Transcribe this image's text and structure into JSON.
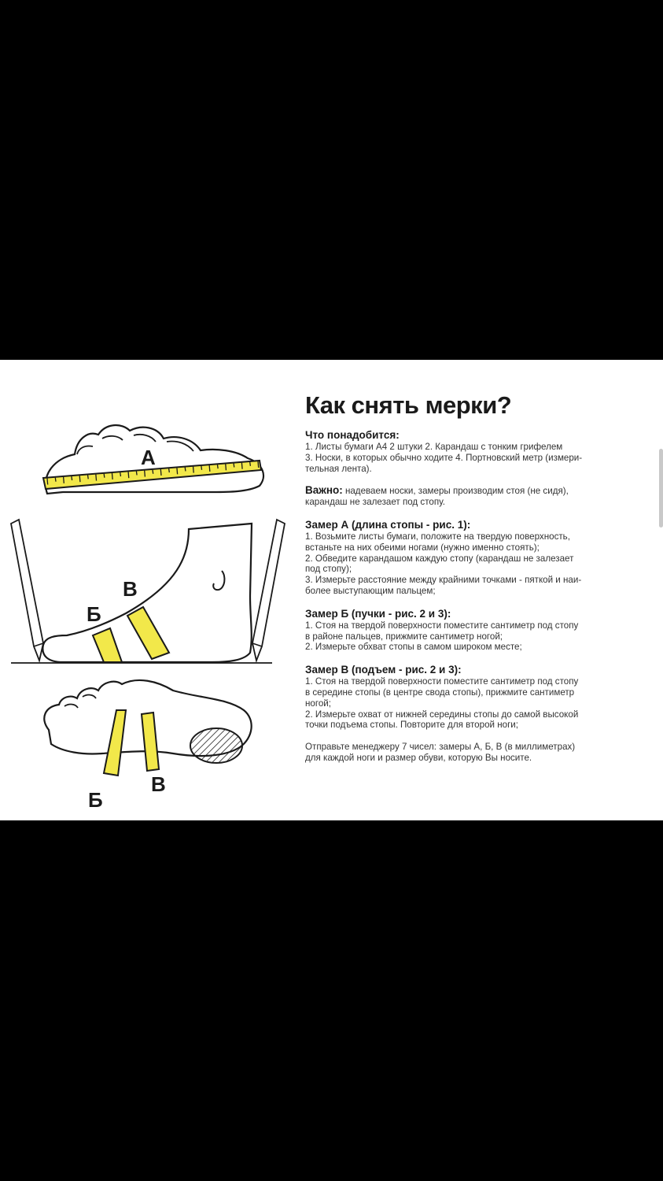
{
  "document": {
    "title": "Как снять мерки?",
    "needed": {
      "heading": "Что понадобится:",
      "lines": [
        "1. Листы бумаги А4 2 штуки 2. Карандаш с тонким грифелем",
        "3. Носки, в которых обычно ходите 4. Портновский метр (измери-",
        "тельная лента)."
      ]
    },
    "important": {
      "heading": "Важно:",
      "lines": [
        " надеваем носки, замеры производим стоя (не сидя),",
        "карандаш не залезает под стопу."
      ]
    },
    "measure_a": {
      "heading": "Замер А (длина стопы - рис. 1):",
      "lines": [
        "1. Возьмите листы бумаги, положите на твердую поверхность,",
        "встаньте на них обеими ногами (нужно именно стоять);",
        "2. Обведите карандашом каждую стопу (карандаш не залезает",
        "под стопу);",
        "3. Измерьте расстояние между крайними точками - пяткой и наи-",
        "более выступающим пальцем;"
      ]
    },
    "measure_b": {
      "heading": "Замер Б (пучки - рис. 2 и 3):",
      "lines": [
        "1. Стоя на твердой поверхности поместите сантиметр под стопу",
        "в районе пальцев, прижмите сантиметр ногой;",
        "2. Измерьте обхват стопы в самом широком месте;"
      ]
    },
    "measure_v": {
      "heading": "Замер В (подъем - рис. 2 и 3):",
      "lines": [
        "1. Стоя на твердой поверхности поместите сантиметр под стопу",
        "в середине стопы (в центре свода стопы), прижмите сантиметр",
        "ногой;",
        "2. Измерьте охват от нижней середины стопы до самой высокой",
        "точки подъема стопы. Повторите для второй ноги;"
      ]
    },
    "footer": {
      "lines": [
        "Отправьте менеджеру 7 чисел: замеры А, Б, В (в миллиметрах)",
        "для каждой ноги и размер обуви, которую Вы носите."
      ]
    }
  },
  "figures": {
    "label_a": "А",
    "label_b": "Б",
    "label_v": "В"
  },
  "colors": {
    "tape": "#f2e84a",
    "outline": "#1a1a1a",
    "background": "#000000",
    "card": "#ffffff"
  }
}
